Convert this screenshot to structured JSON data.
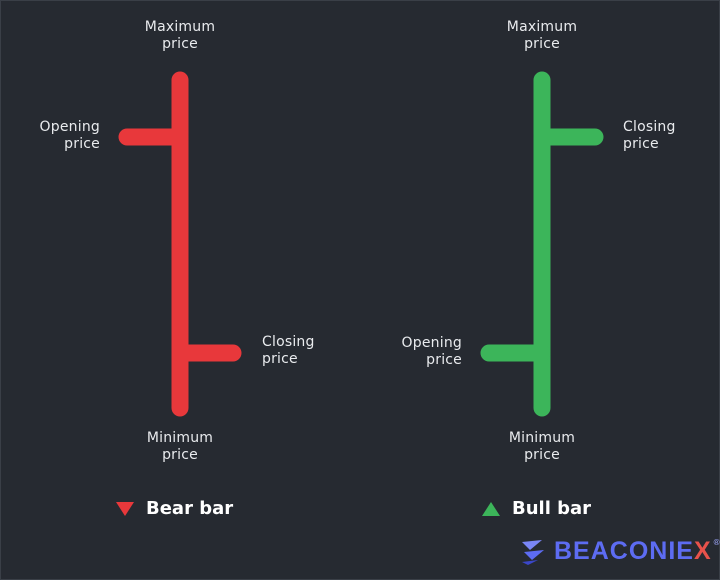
{
  "bear": {
    "max_label": [
      "Maximum",
      "price"
    ],
    "open_label": [
      "Opening",
      "price"
    ],
    "close_label": [
      "Closing",
      "price"
    ],
    "min_label": [
      "Minimum",
      "price"
    ],
    "legend": "Bear bar",
    "color": "#e8383b"
  },
  "bull": {
    "max_label": [
      "Maximum",
      "price"
    ],
    "open_label": [
      "Opening",
      "price"
    ],
    "close_label": [
      "Closing",
      "price"
    ],
    "min_label": [
      "Minimum",
      "price"
    ],
    "legend": "Bull bar",
    "color": "#3cb55a"
  },
  "logo": {
    "text": "BEACONIE",
    "text_accent": "X",
    "mark": "®",
    "brand_blue": "#5d6cf2",
    "brand_red": "#e7524b"
  },
  "colors": {
    "background": "#262a31",
    "label_text": "#e9ebee"
  }
}
